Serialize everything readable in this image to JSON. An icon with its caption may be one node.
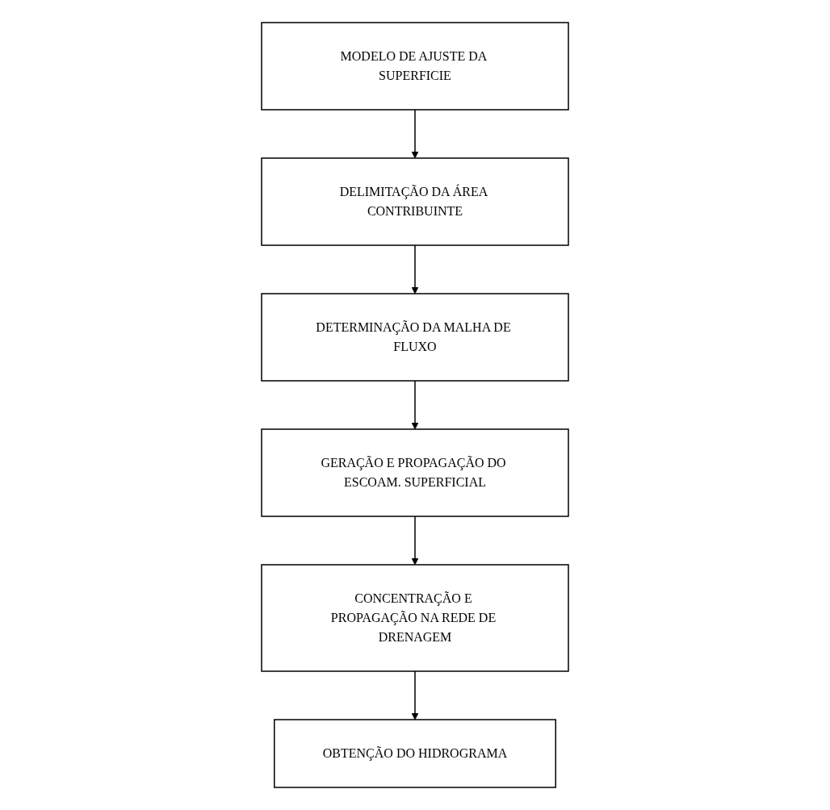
{
  "diagram": {
    "nodes": [
      {
        "text": [
          "MODELO DE AJUSTE DA SUPERFICIE"
        ]
      },
      {
        "text": [
          "DELIMITAÇÃO DA ÁREA CONTRIBUINTE"
        ]
      },
      {
        "text": [
          "DETERMINAÇÃO DA MALHA DE FLUXO"
        ]
      },
      {
        "text": [
          "GERAÇÃO E PROPAGAÇÃO DO ESCOAM. SUPERFICIAL"
        ]
      },
      {
        "text": [
          "CONCENTRAÇÃO E PROPAGAÇÃO NA REDE DE DRENAGEM"
        ]
      },
      {
        "text": [
          "OBTENÇÃO DO HIDROGRAMA"
        ]
      }
    ],
    "edges": [
      {
        "from": 0,
        "to": 1,
        "arrow": "to"
      },
      {
        "from": 1,
        "to": 2,
        "arrow": "to"
      },
      {
        "from": 2,
        "to": 3,
        "arrow": "to"
      },
      {
        "from": 3,
        "to": 4,
        "arrow": "to"
      },
      {
        "from": 4,
        "to": 5,
        "arrow": "to"
      }
    ]
  }
}
